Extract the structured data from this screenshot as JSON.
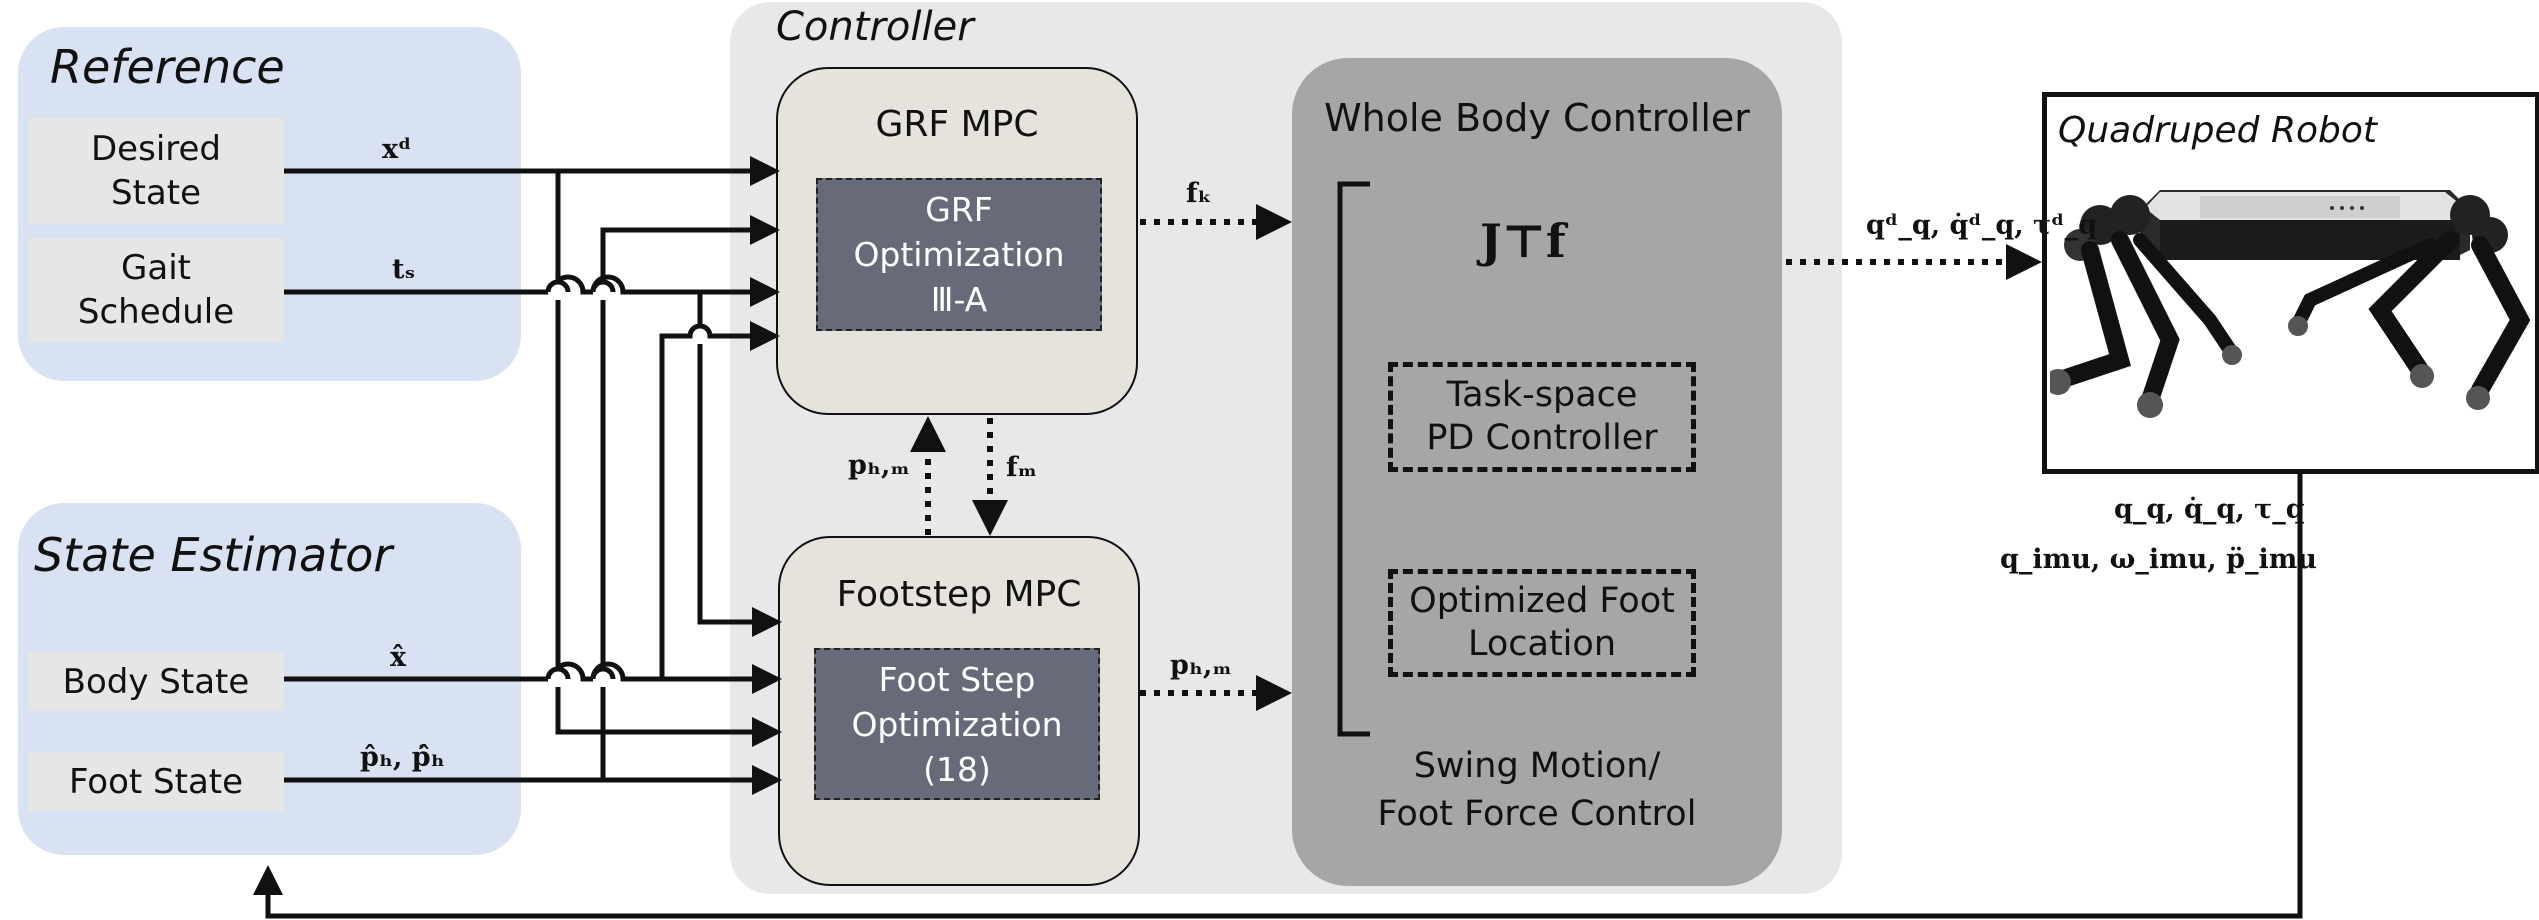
{
  "reference": {
    "title": "Reference",
    "desired_state": "Desired State",
    "gait_schedule": "Gait Schedule"
  },
  "state_estimator": {
    "title": "State Estimator",
    "body_state": "Body State",
    "foot_state": "Foot State"
  },
  "controller": {
    "title": "Controller",
    "grf_mpc": {
      "title": "GRF MPC",
      "inner": [
        "GRF",
        "Optimization",
        "Ⅲ-A"
      ]
    },
    "footstep_mpc": {
      "title": "Footstep MPC",
      "inner": [
        "Foot Step",
        "Optimization",
        "(18)"
      ]
    },
    "wbc": {
      "title": "Whole Body Controller",
      "equation": "J⊤f",
      "task_space": [
        "Task-space",
        "PD Controller"
      ],
      "optimized_foot": [
        "Optimized Foot",
        "Location"
      ],
      "swing": [
        "Swing Motion/",
        "Foot Force Control"
      ]
    }
  },
  "robot": {
    "title": "Quadruped Robot"
  },
  "signals": {
    "x_d": "xᵈ",
    "t_s": "tₛ",
    "x_hat": "x̂",
    "p_hat": "p̂ₕ, ṗ̂ₕ",
    "f_k": "fₖ",
    "f_M": "fₘ",
    "p_bM_up": "pₕ,ₘ",
    "p_bM_right": "pₕ,ₘ",
    "q_cmd": "qᵈ_q, q̇ᵈ_q, τᵈ_q",
    "q_meas_1": "q_q, q̇_q, τ_q",
    "q_meas_2": "q_imu, ω_imu, p̈_imu"
  }
}
